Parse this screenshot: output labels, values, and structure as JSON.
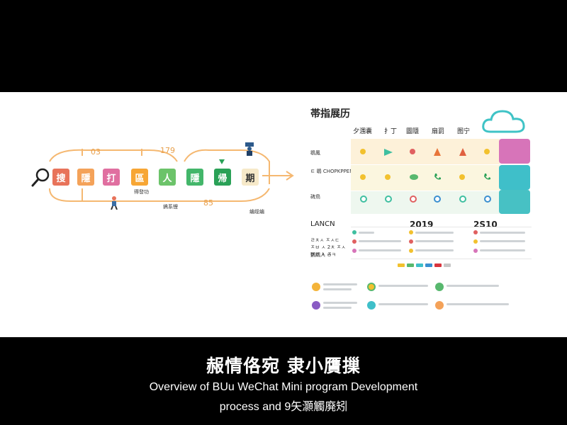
{
  "flow": {
    "steps": [
      {
        "label": "搜",
        "color": "#e8735a"
      },
      {
        "label": "隱",
        "color": "#f4a259"
      },
      {
        "label": "打",
        "color": "#e06fa0"
      },
      {
        "label": "區",
        "color": "#f7a634"
      },
      {
        "label": "人",
        "color": "#6cc36a"
      },
      {
        "label": "隱",
        "color": "#43b66a"
      },
      {
        "label": "帰",
        "color": "#2aa157"
      },
      {
        "label": "期",
        "color": "#f6e9c9"
      }
    ],
    "label_top_left": "03",
    "label_top_mid": "179",
    "label_bottom_mid": "85",
    "label_under_step": "得發功",
    "label_bottom_center": "搞系锂",
    "label_bottom_right": "编缆编"
  },
  "table": {
    "title": "帯指展历",
    "columns": [
      "夕涠囊",
      "扌丁",
      "圖隱",
      "扇罰",
      "图宁"
    ],
    "rows": [
      {
        "label": "鶡鳳"
      },
      {
        "label": "ㅌ 鶡 CHOPKPPENT"
      },
      {
        "label": "碑鳥"
      }
    ]
  },
  "timeline": {
    "row_label": "LANCN",
    "year_1": "2019",
    "year_2": "2S10",
    "side_lines": [
      "ㄹㅊㅅ ㅈㅅㄷ",
      "ㅈㅂ ㅅ 2ㅊ ㅈㅅ",
      "ㅂㅂ ㅅ ㅈ"
    ],
    "footer_label": "鸚鵡人 ㅁㅋ"
  },
  "colors": {
    "top_bar": "#000000",
    "canvas": "#ffffff",
    "cloud": "#3fc3c6",
    "flow_line": "#f5b871",
    "highlight_pink": "#d774b9",
    "highlight_teal": "#3fbfc9"
  },
  "subtitle": {
    "main": "赧情佫宛 隶小贋摷",
    "line1": "Overview of BUu WeChat Mini program Development",
    "line2": "process and 9矢灝觸廃矧"
  }
}
